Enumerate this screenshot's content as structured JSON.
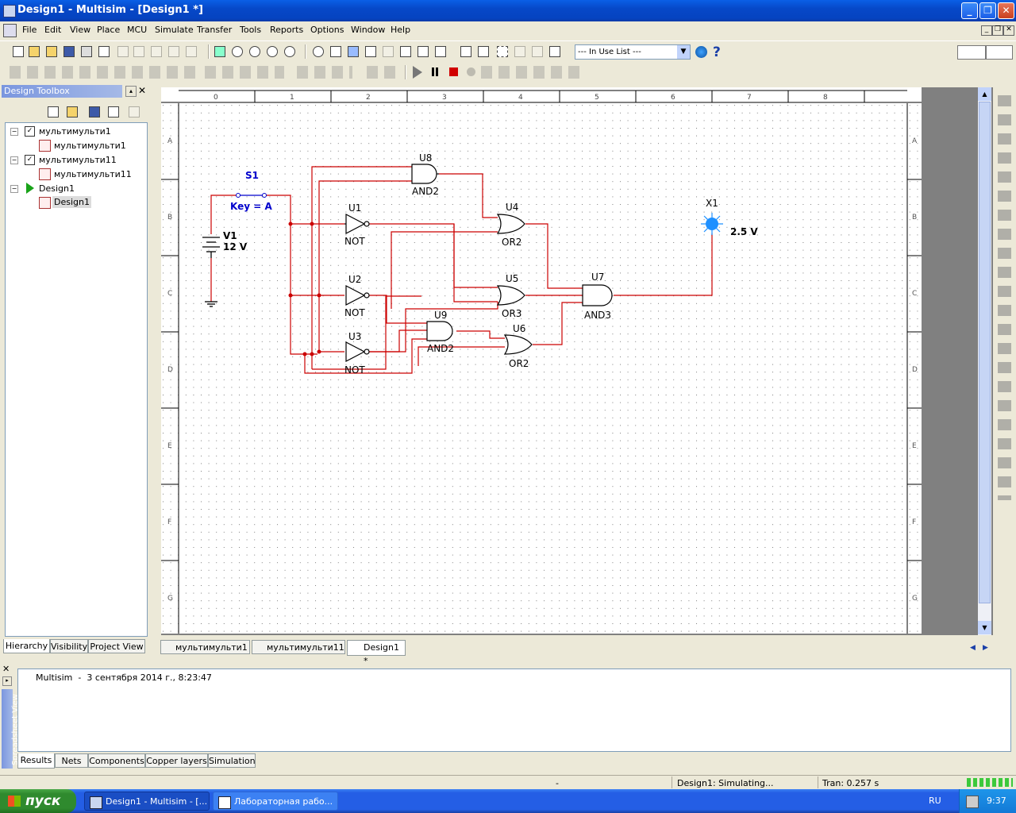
{
  "window": {
    "title": "Design1 - Multisim - [Design1 *]"
  },
  "menu": [
    "File",
    "Edit",
    "View",
    "Place",
    "MCU",
    "Simulate",
    "Transfer",
    "Tools",
    "Reports",
    "Options",
    "Window",
    "Help"
  ],
  "toolbar": {
    "in_use_list": "--- In Use List ---"
  },
  "toolbox": {
    "title": "Design Toolbox",
    "tree": [
      {
        "label": "мультимульти1",
        "level": 0
      },
      {
        "label": "мультимульти1",
        "level": 1
      },
      {
        "label": "мультимульти11",
        "level": 0
      },
      {
        "label": "мультимульти11",
        "level": 1
      },
      {
        "label": "Design1",
        "level": 0
      },
      {
        "label": "Design1",
        "level": 1
      }
    ],
    "tabs": [
      "Hierarchy",
      "Visibility",
      "Project View"
    ]
  },
  "ruler": {
    "columns": [
      "0",
      "1",
      "2",
      "3",
      "4",
      "5",
      "6",
      "7",
      "8"
    ],
    "rows": [
      "A",
      "B",
      "C",
      "D",
      "E",
      "F",
      "G"
    ]
  },
  "schematic": {
    "s1": {
      "ref": "S1",
      "key": "Key = A"
    },
    "v1": {
      "ref": "V1",
      "value": "12 V"
    },
    "u8": {
      "ref": "U8",
      "type": "AND2"
    },
    "u1": {
      "ref": "U1",
      "type": "NOT"
    },
    "u2": {
      "ref": "U2",
      "type": "NOT"
    },
    "u3": {
      "ref": "U3",
      "type": "NOT"
    },
    "u4": {
      "ref": "U4",
      "type": "OR2"
    },
    "u5": {
      "ref": "U5",
      "type": "OR3"
    },
    "u9": {
      "ref": "U9",
      "type": "AND2"
    },
    "u6": {
      "ref": "U6",
      "type": "OR2"
    },
    "u7": {
      "ref": "U7",
      "type": "AND3"
    },
    "x1": {
      "ref": "X1",
      "value": "2.5 V"
    },
    "colors": {
      "wire": "#cc0000",
      "component": "#000000",
      "switch": "#0000cc",
      "probe": "#1e90ff"
    }
  },
  "design_tabs": [
    "мультимульти1",
    "мультимульти11",
    "Design1 *"
  ],
  "output": {
    "message": "Multisim  -  3 сентября 2014 г., 8:23:47",
    "side_label": "Spreadsheet View",
    "tabs": [
      "Results",
      "Nets",
      "Components",
      "Copper layers",
      "Simulation"
    ]
  },
  "status": {
    "dash": "-",
    "state": "Design1: Simulating...",
    "tran": "Tran: 0.257 s"
  },
  "taskbar": {
    "start": "пуск",
    "items": [
      "Design1 - Multisim - [...",
      "Лабораторная рабо..."
    ],
    "lang": "RU",
    "clock": "9:37"
  }
}
